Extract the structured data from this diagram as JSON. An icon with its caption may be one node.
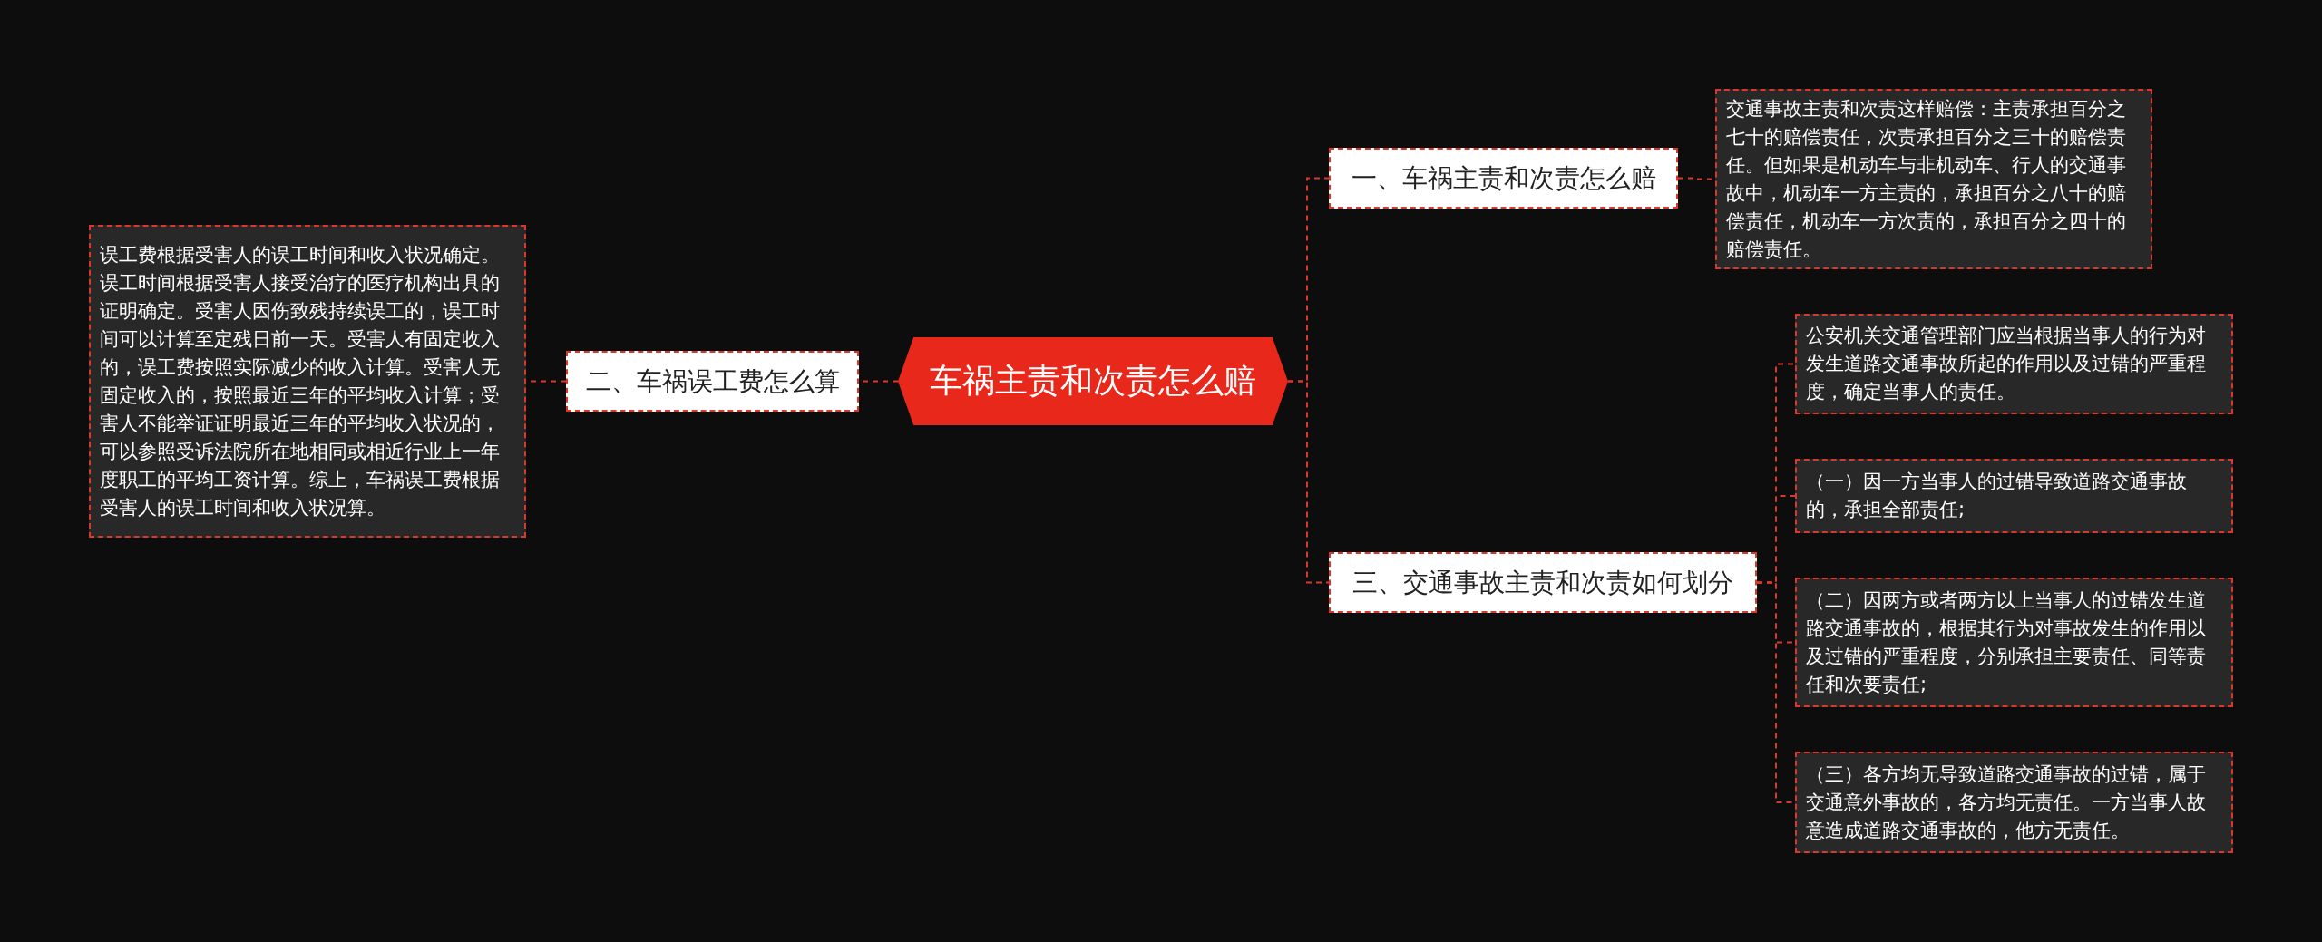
{
  "diagram": {
    "nodes": [
      {
        "text": [
          "车祸主责和次责怎么赔"
        ]
      },
      {
        "text": [
          "一、车祸主责和次责怎么赔"
        ]
      },
      {
        "text": [
          "二、车祸误工费怎么算"
        ]
      },
      {
        "text": [
          "三、交通事故主责和次责如何划分"
        ]
      },
      {
        "text": [
          "交通事故主责和次责这样赔偿：主责承担百分之七十的赔偿责任，次责承担百分之三十的赔偿责任。但如果是机动车与非机动车、行人的交通事故中，机动车一方主责的，承担百分之八十的赔偿责任，机动车一方次责的，承担百分之四十的赔偿责任。"
        ]
      },
      {
        "text": [
          "误工费根据受害人的误工时间和收入状况确定。误工时间根据受害人接受治疗的医疗机构出具的证明确定。受害人因伤致残持续误工的，误工时间可以计算至定残日前一天。受害人有固定收入的，误工费按照实际减少的收入计算。受害人无固定收入的，按照最近三年的平均收入计算；受害人不能举证证明最近三年的平均收入状况的，可以参照受诉法院所在地相同或相近行业上一年度职工的平均工资计算。综上，车祸误工费根据受害人的误工时间和收入状况算。"
        ]
      },
      {
        "text": [
          "公安机关交通管理部门应当根据当事人的行为对发生道路交通事故所起的作用以及过错的严重程度，确定当事人的责任。"
        ]
      },
      {
        "text": [
          "（一）因一方当事人的过错导致道路交通事故的，承担全部责任;"
        ]
      },
      {
        "text": [
          "（二）因两方或者两方以上当事人的过错发生道路交通事故的，根据其行为对事故发生的作用以及过错的严重程度，分别承担主要责任、同等责任和次要责任;"
        ]
      },
      {
        "text": [
          "（三）各方均无导致道路交通事故的过错，属于交通意外事故的，各方均无责任。一方当事人故意造成道路交通事故的，他方无责任。"
        ]
      }
    ],
    "edges": [
      {
        "from": 0,
        "to": 1,
        "arrow": "none"
      },
      {
        "from": 0,
        "to": 2,
        "arrow": "none"
      },
      {
        "from": 0,
        "to": 3,
        "arrow": "none"
      },
      {
        "from": 1,
        "to": 4,
        "arrow": "none"
      },
      {
        "from": 2,
        "to": 5,
        "arrow": "none"
      },
      {
        "from": 3,
        "to": 6,
        "arrow": "none"
      },
      {
        "from": 3,
        "to": 7,
        "arrow": "none"
      },
      {
        "from": 3,
        "to": 8,
        "arrow": "none"
      },
      {
        "from": 3,
        "to": 9,
        "arrow": "none"
      }
    ]
  }
}
